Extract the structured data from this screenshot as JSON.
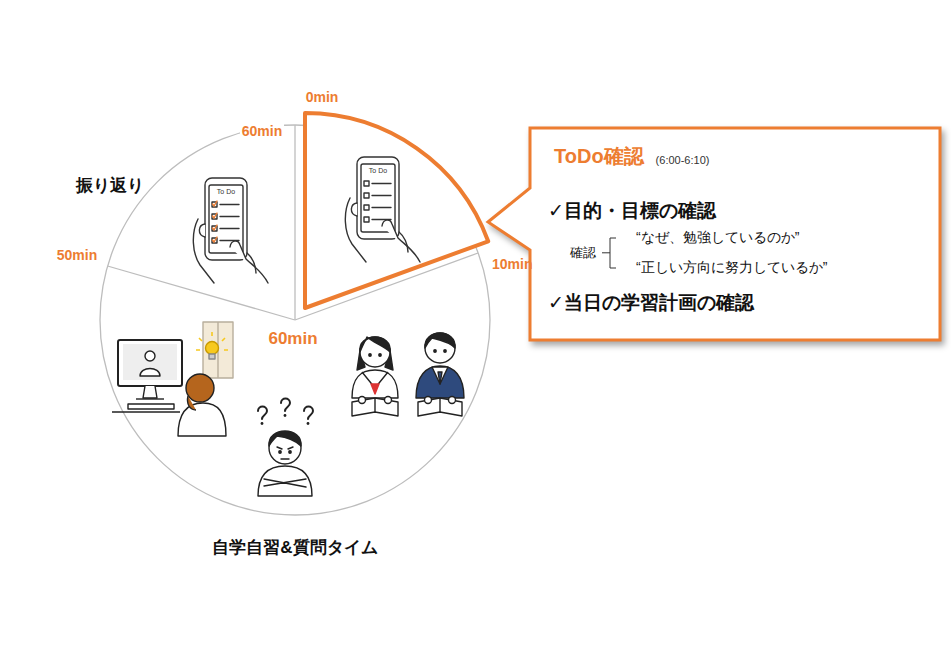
{
  "diagram": {
    "nodes": [
      {
        "text": [
          "振り返り"
        ]
      },
      {
        "text": [
          "自学自習&質問タイム"
        ]
      },
      {
        "text": [
          "ToDo確認",
          "(6:00-6:10)",
          "✓目的・目標の確認",
          "確認",
          "“なぜ、勉強しているのか”",
          "“正しい方向に努力しているか”",
          "✓当日の学習計画の確認"
        ]
      }
    ],
    "labels": [
      "0min",
      "60min",
      "To Do",
      "To Do",
      "50min",
      "10min",
      "60min"
    ]
  }
}
